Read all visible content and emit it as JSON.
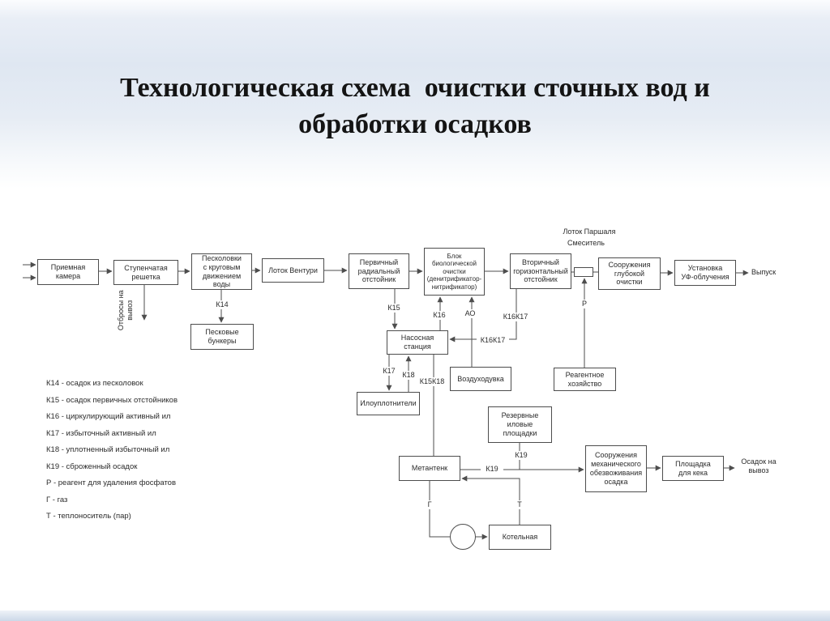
{
  "title": {
    "line1": "Технологическая схема  очистки сточных вод и",
    "line2": "обработки осадков"
  },
  "diagram": {
    "boxes": {
      "reception": "Приемная\nкамера",
      "screen": "Ступенчатая\nрешетка",
      "sand_traps": "Песколовки\nс круговым\nдвижением\nводы",
      "venturi": "Лоток Вентури",
      "primary_settler": "Первичный\nрадиальный\nотстойник",
      "bio_block": "Блок\nбиологической\nочистки\n(денитрификатор-\nнитрификатор)",
      "secondary_settler": "Вторичный\nгоризонтальный\nотстойник",
      "deep_treatment": "Сооружения\nглубокой\nочистки",
      "uv_unit": "Установка\nУФ-облучения",
      "sand_bunkers": "Песковые\nбункеры",
      "pump_station": "Насосная\nстанция",
      "blower": "Воздуходувка",
      "reagent_facility": "Реагентное\nхозяйство",
      "thickeners": "Илоуплотнители",
      "reserve_beds": "Резервные\nиловые\nплощадки",
      "digester": "Метантенк",
      "dewatering": "Сооружения\nмеханического\nобезвоживания\nосадка",
      "cake_site": "Площадка\nдля кека",
      "boiler": "Котельная"
    },
    "labels": {
      "parshall_flume": "Лоток Паршаля",
      "mixer": "Смеситель",
      "outlet": "Выпуск",
      "sludge_removal": "Осадок на\nвывоз",
      "screenings_removal": "Отбросы на\nвывоз",
      "k14": "К14",
      "k15": "К15",
      "k16": "К16",
      "k17": "К17",
      "k18": "К18",
      "k19": "К19",
      "k16k17": "К16К17",
      "k15k18": "К15К18",
      "ao": "АО",
      "p": "Р",
      "g": "Г",
      "t": "Т"
    },
    "legend": [
      "К14 - осадок из песколовок",
      "К15 - осадок первичных отстойников",
      "К16 - циркулирующий активный ил",
      "К17 - избыточный активный ил",
      "К18 - уплотненный избыточный ил",
      "К19 - сброженный осадок",
      "Р - реагент для удаления фосфатов",
      "Г - газ",
      "Т - теплоноситель (пар)"
    ]
  },
  "colors": {
    "line": "#4d4d4d",
    "header_tint": "#dfe7f2"
  }
}
